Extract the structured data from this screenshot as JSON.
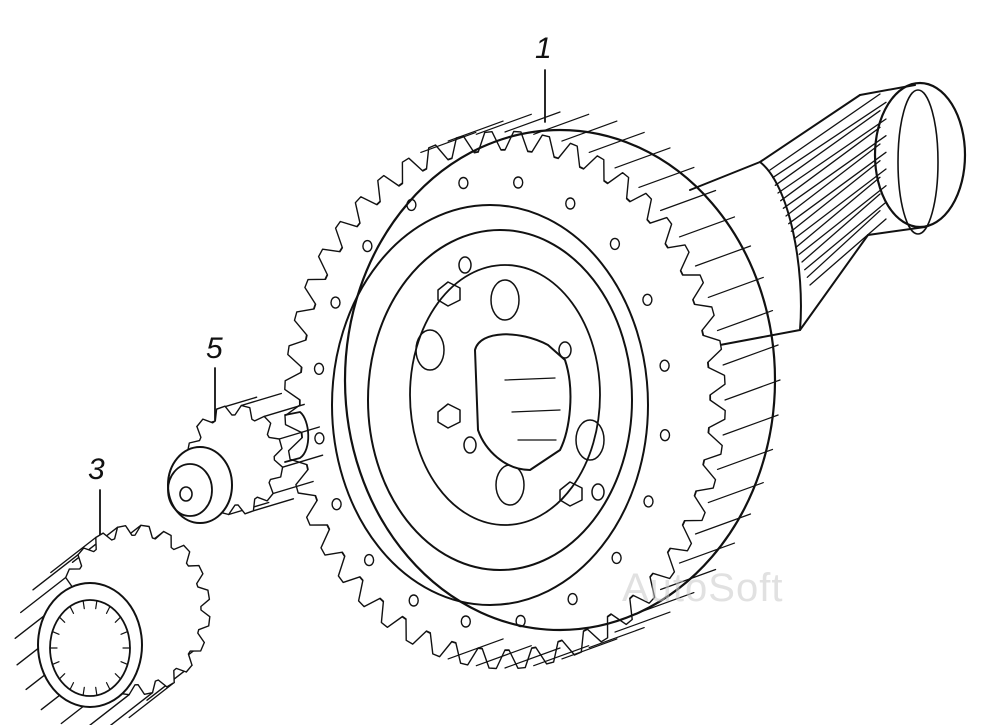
{
  "callouts": [
    {
      "id": "1"
    },
    {
      "id": "5"
    },
    {
      "id": "3"
    }
  ],
  "watermark": "AutoSoft",
  "colors": {
    "ink": "#111111",
    "paper": "#ffffff",
    "watermark": "#c8c8c8"
  }
}
